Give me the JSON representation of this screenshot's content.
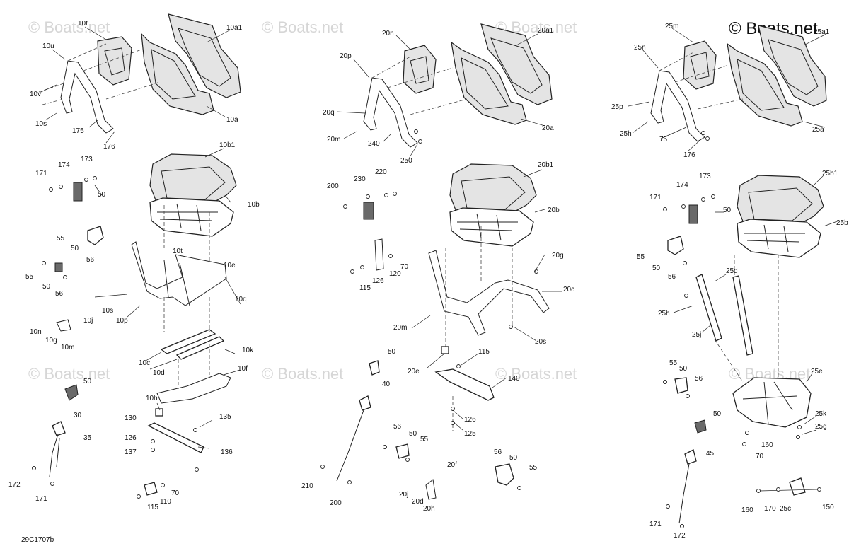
{
  "watermark": {
    "text": "© Boats.net",
    "brand": "© Boats.net"
  },
  "diagram_code": "29C1707b",
  "labels": [
    "10t",
    "10a1",
    "10u",
    "10v",
    "10s",
    "175",
    "176",
    "10a",
    "10b1",
    "171",
    "174",
    "173",
    "50",
    "10b",
    "55",
    "50",
    "56",
    "10t",
    "10e",
    "55",
    "50",
    "56",
    "10s",
    "10p",
    "10q",
    "10n",
    "10g",
    "10m",
    "10j",
    "10k",
    "10c",
    "10f",
    "10d",
    "50",
    "10h",
    "30",
    "130",
    "135",
    "35",
    "126",
    "137",
    "136",
    "172",
    "171",
    "70",
    "115",
    "110",
    "20n",
    "20a1",
    "20p",
    "20q",
    "20m",
    "240",
    "250",
    "20a",
    "20b1",
    "200",
    "230",
    "220",
    "20b",
    "120",
    "70",
    "115",
    "126",
    "20g",
    "20c",
    "20m",
    "20s",
    "50",
    "115",
    "40",
    "20e",
    "140",
    "126",
    "125",
    "56",
    "50",
    "55",
    "20f",
    "56",
    "50",
    "55",
    "210",
    "200",
    "20j",
    "20d",
    "20h",
    "25m",
    "25a1",
    "25n",
    "25p",
    "25h",
    "75",
    "176",
    "25a",
    "173",
    "171",
    "174",
    "50",
    "25b1",
    "25b",
    "55",
    "50",
    "56",
    "25d",
    "25h",
    "25j",
    "55",
    "50",
    "56",
    "25e",
    "50",
    "25k",
    "25g",
    "160",
    "70",
    "45",
    "160",
    "170",
    "25c",
    "150",
    "171",
    "172"
  ]
}
